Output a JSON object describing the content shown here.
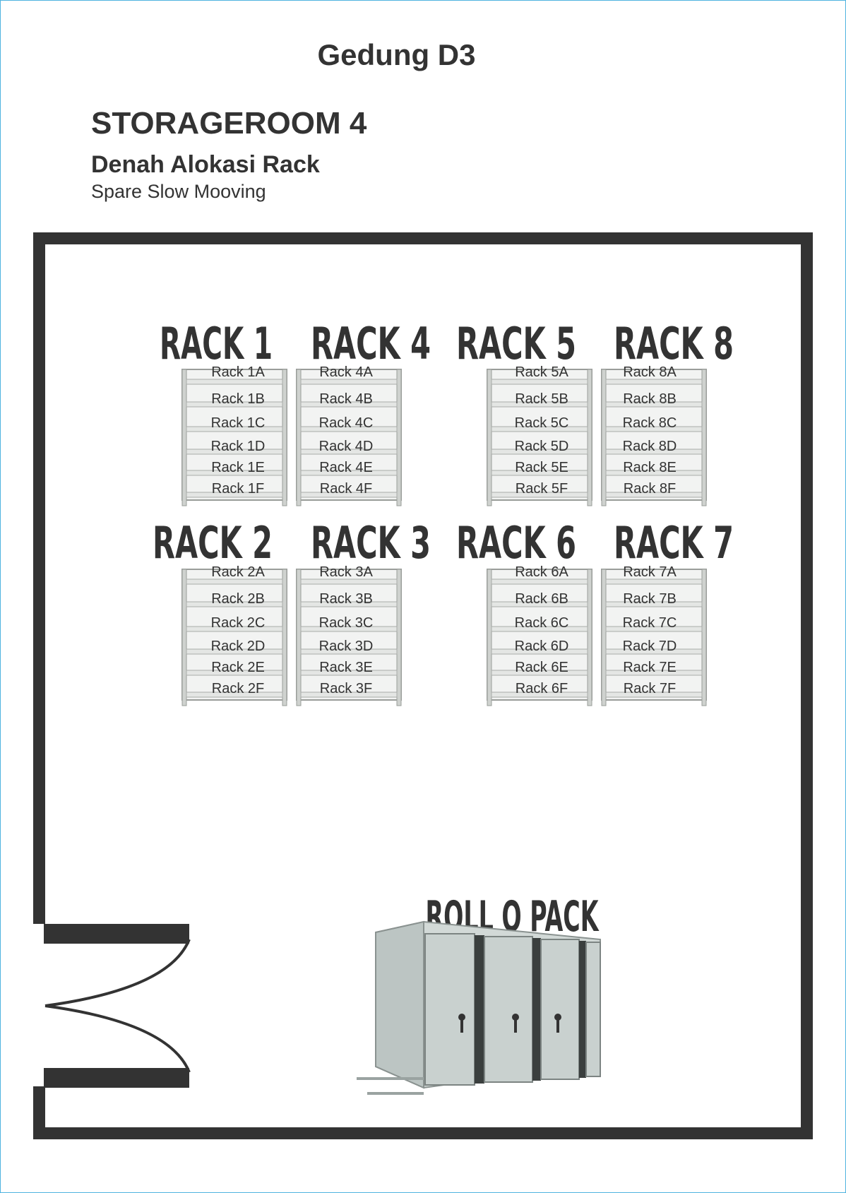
{
  "header": {
    "building": "Gedung D3",
    "room": "STORAGEROOM 4",
    "plan_title": "Denah Alokasi Rack",
    "note": "Spare Slow Mooving"
  },
  "racks": [
    {
      "title": "RACK 1",
      "shelves": [
        "Rack 1A",
        "Rack 1B",
        "Rack 1C",
        "Rack 1D",
        "Rack 1E",
        "Rack 1F"
      ]
    },
    {
      "title": "RACK 4",
      "shelves": [
        "Rack 4A",
        "Rack 4B",
        "Rack 4C",
        "Rack 4D",
        "Rack 4E",
        "Rack 4F"
      ]
    },
    {
      "title": "RACK 5",
      "shelves": [
        "Rack 5A",
        "Rack 5B",
        "Rack 5C",
        "Rack 5D",
        "Rack 5E",
        "Rack 5F"
      ]
    },
    {
      "title": "RACK 8",
      "shelves": [
        "Rack 8A",
        "Rack 8B",
        "Rack 8C",
        "Rack 8D",
        "Rack 8E",
        "Rack 8F"
      ]
    },
    {
      "title": "RACK 2",
      "shelves": [
        "Rack 2A",
        "Rack 2B",
        "Rack 2C",
        "Rack 2D",
        "Rack 2E",
        "Rack 2F"
      ]
    },
    {
      "title": "RACK 3",
      "shelves": [
        "Rack 3A",
        "Rack 3B",
        "Rack 3C",
        "Rack 3D",
        "Rack 3E",
        "Rack 3F"
      ]
    },
    {
      "title": "RACK 6",
      "shelves": [
        "Rack 6A",
        "Rack 6B",
        "Rack 6C",
        "Rack 6D",
        "Rack 6E",
        "Rack 6F"
      ]
    },
    {
      "title": "RACK 7",
      "shelves": [
        "Rack 7A",
        "Rack 7B",
        "Rack 7C",
        "Rack 7D",
        "Rack 7E",
        "Rack 7F"
      ]
    }
  ],
  "roll_o_pack": {
    "title": "ROLL O PACK"
  },
  "colors": {
    "wall": "#333333",
    "shelf": "#e4e6e4",
    "shelf_edge": "#9a9d9a",
    "cabinet": "#c9d1cf",
    "frame": "#4fb3e0"
  }
}
